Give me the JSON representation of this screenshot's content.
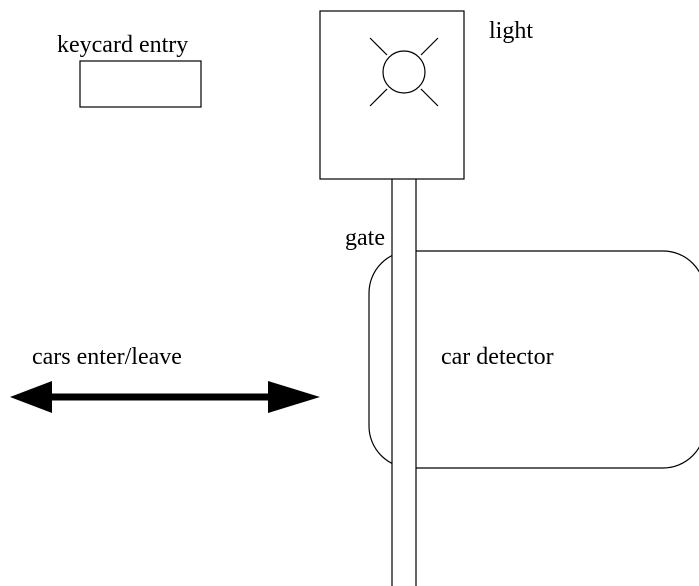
{
  "labels": {
    "keycard": "keycard entry",
    "light": "light",
    "gate": "gate",
    "car_detector": "car detector",
    "cars": "cars enter/leave"
  }
}
